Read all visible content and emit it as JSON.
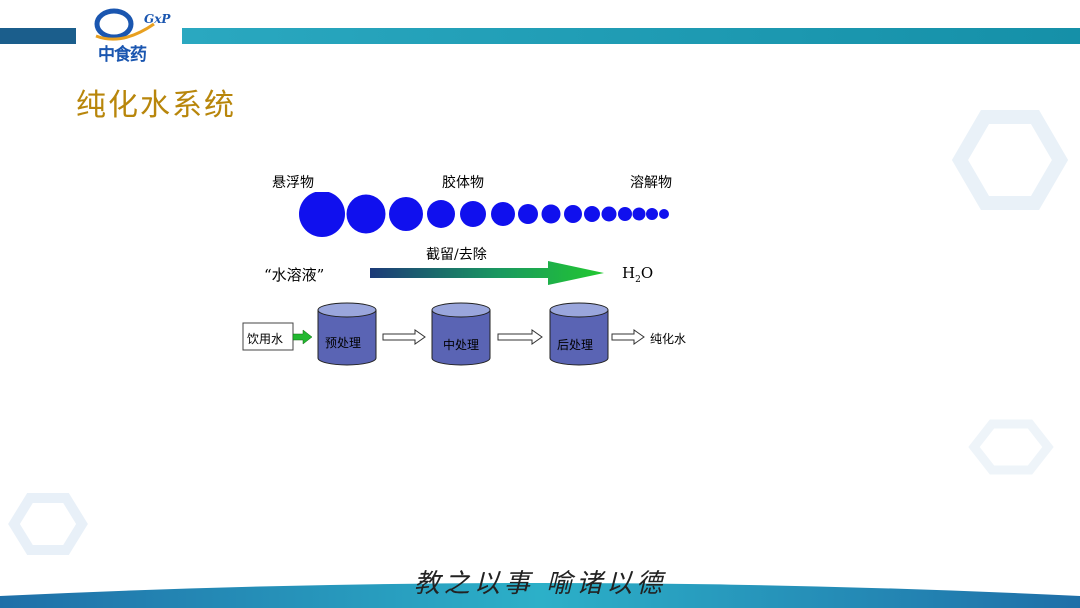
{
  "header": {
    "logo_text": "中食药",
    "logo_sub": "GxP"
  },
  "slide": {
    "title": "纯化水系统"
  },
  "diagram": {
    "particle_labels": [
      "悬浮物",
      "胶体物",
      "溶解物"
    ],
    "arrow_label": "截留/去除",
    "input_label": "“水溶液”",
    "output_label_main": "H",
    "output_label_sub": "2",
    "output_label_end": "O",
    "process": {
      "source": "饮用水",
      "stages": [
        "预处理",
        "中处理",
        "后处理"
      ],
      "result": "纯化水"
    }
  },
  "footer": {
    "motto": "教之以事  喻诸以德"
  },
  "colors": {
    "particle": "#1010ee",
    "accent_teal": "#18a0b0",
    "header_bar_dark": "#1b5e8c",
    "title_gold": "#b8860b",
    "tank_top": "#9aa6dc",
    "tank_body": "#5a64b4"
  }
}
